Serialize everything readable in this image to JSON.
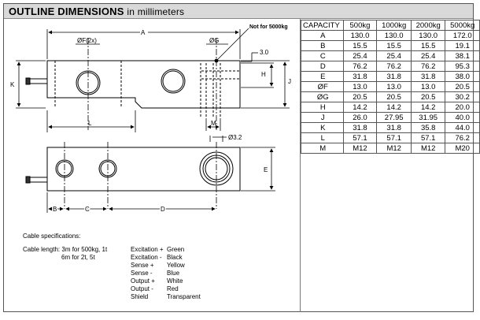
{
  "header": {
    "title_bold": "OUTLINE DIMENSIONS",
    "title_rest": "in millimeters"
  },
  "drawing": {
    "labels": {
      "A": "A",
      "B": "B",
      "C": "C",
      "D": "D",
      "E": "E",
      "F": "ØF(2x)",
      "G": "ØG",
      "H": "H",
      "J": "J",
      "K": "K",
      "L": "L",
      "M": "M",
      "d32": "Ø3.2",
      "d30": "3.0",
      "note": "Not for 5000kg"
    }
  },
  "table": {
    "headers": [
      "CAPACITY",
      "500kg",
      "1000kg",
      "2000kg",
      "5000kg"
    ],
    "rows": [
      [
        "A",
        "130.0",
        "130.0",
        "130.0",
        "172.0"
      ],
      [
        "B",
        "15.5",
        "15.5",
        "15.5",
        "19.1"
      ],
      [
        "C",
        "25.4",
        "25.4",
        "25.4",
        "38.1"
      ],
      [
        "D",
        "76.2",
        "76.2",
        "76.2",
        "95.3"
      ],
      [
        "E",
        "31.8",
        "31.8",
        "31.8",
        "38.0"
      ],
      [
        "ØF",
        "13.0",
        "13.0",
        "13.0",
        "20.5"
      ],
      [
        "ØG",
        "20.5",
        "20.5",
        "20.5",
        "30.2"
      ],
      [
        "H",
        "14.2",
        "14.2",
        "14.2",
        "20.0"
      ],
      [
        "J",
        "26.0",
        "27.95",
        "31.95",
        "40.0"
      ],
      [
        "K",
        "31.8",
        "31.8",
        "35.8",
        "44.0"
      ],
      [
        "L",
        "57.1",
        "57.1",
        "57.1",
        "76.2"
      ],
      [
        "M",
        "M12",
        "M12",
        "M12",
        "M20"
      ]
    ]
  },
  "cable": {
    "title": "Cable specifications:",
    "length_line1": "Cable length: 3m for 500kg, 1t",
    "length_line2": "6m for 2t, 5t",
    "wires": [
      {
        "signal": "Excitation +",
        "color": "Green"
      },
      {
        "signal": "Excitation -",
        "color": "Black"
      },
      {
        "signal": "Sense +",
        "color": "Yellow"
      },
      {
        "signal": "Sense -",
        "color": "Blue"
      },
      {
        "signal": "Output +",
        "color": "White"
      },
      {
        "signal": "Output -",
        "color": "Red"
      },
      {
        "signal": "Shield",
        "color": "Transparent"
      }
    ]
  }
}
